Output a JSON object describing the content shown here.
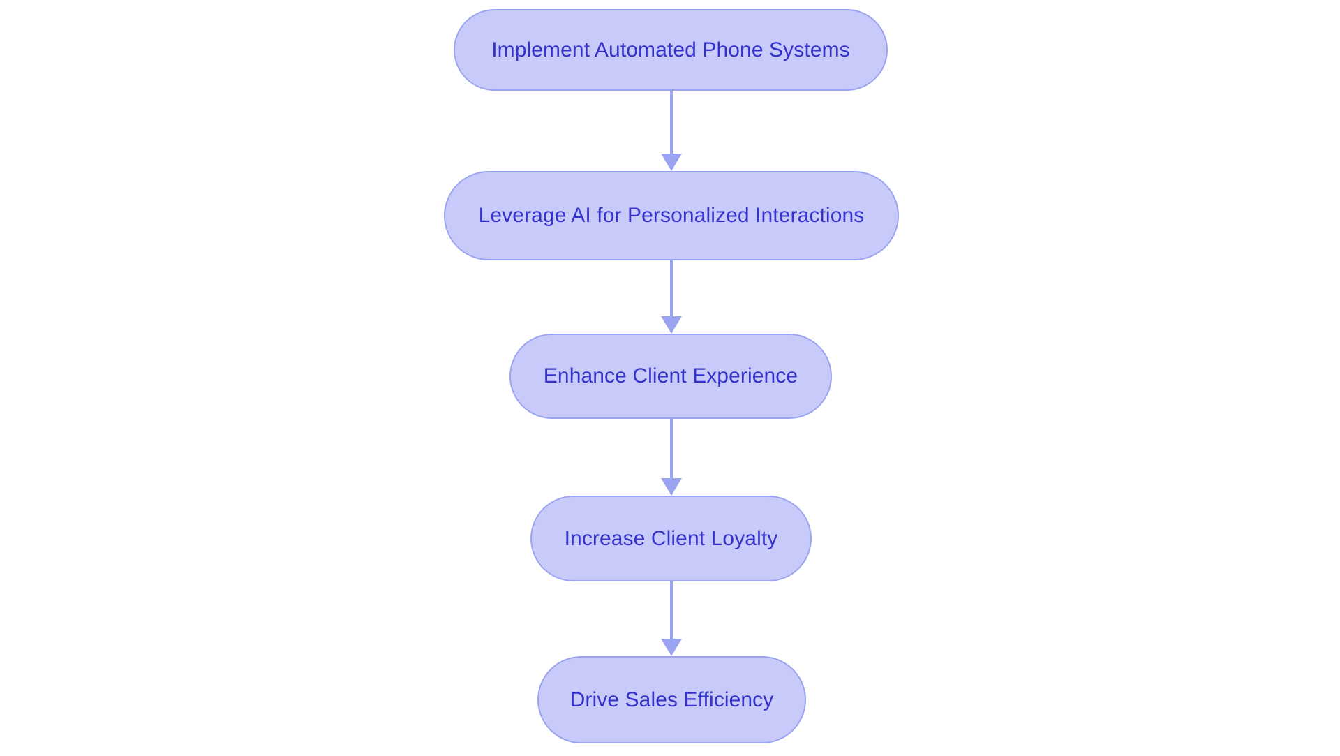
{
  "diagram": {
    "type": "flowchart",
    "orientation": "top-to-bottom",
    "title": "",
    "background_color": "#ffffff",
    "node_fill_color": "#c8cbfa",
    "node_border_color": "#9ba4f0",
    "node_text_color": "#3333cc",
    "connector_color": "#9ba4f0",
    "node_shape": "stadium",
    "nodes": [
      {
        "id": "n1",
        "label": "Implement Automated Phone Systems"
      },
      {
        "id": "n2",
        "label": "Leverage AI for Personalized Interactions"
      },
      {
        "id": "n3",
        "label": "Enhance Client Experience"
      },
      {
        "id": "n4",
        "label": "Increase Client Loyalty"
      },
      {
        "id": "n5",
        "label": "Drive Sales Efficiency"
      }
    ],
    "edges": [
      {
        "from": "n1",
        "to": "n2",
        "label": "",
        "arrow": "down-arrow-icon"
      },
      {
        "from": "n2",
        "to": "n3",
        "label": "",
        "arrow": "down-arrow-icon"
      },
      {
        "from": "n3",
        "to": "n4",
        "label": "",
        "arrow": "down-arrow-icon"
      },
      {
        "from": "n4",
        "to": "n5",
        "label": "",
        "arrow": "down-arrow-icon"
      }
    ]
  }
}
